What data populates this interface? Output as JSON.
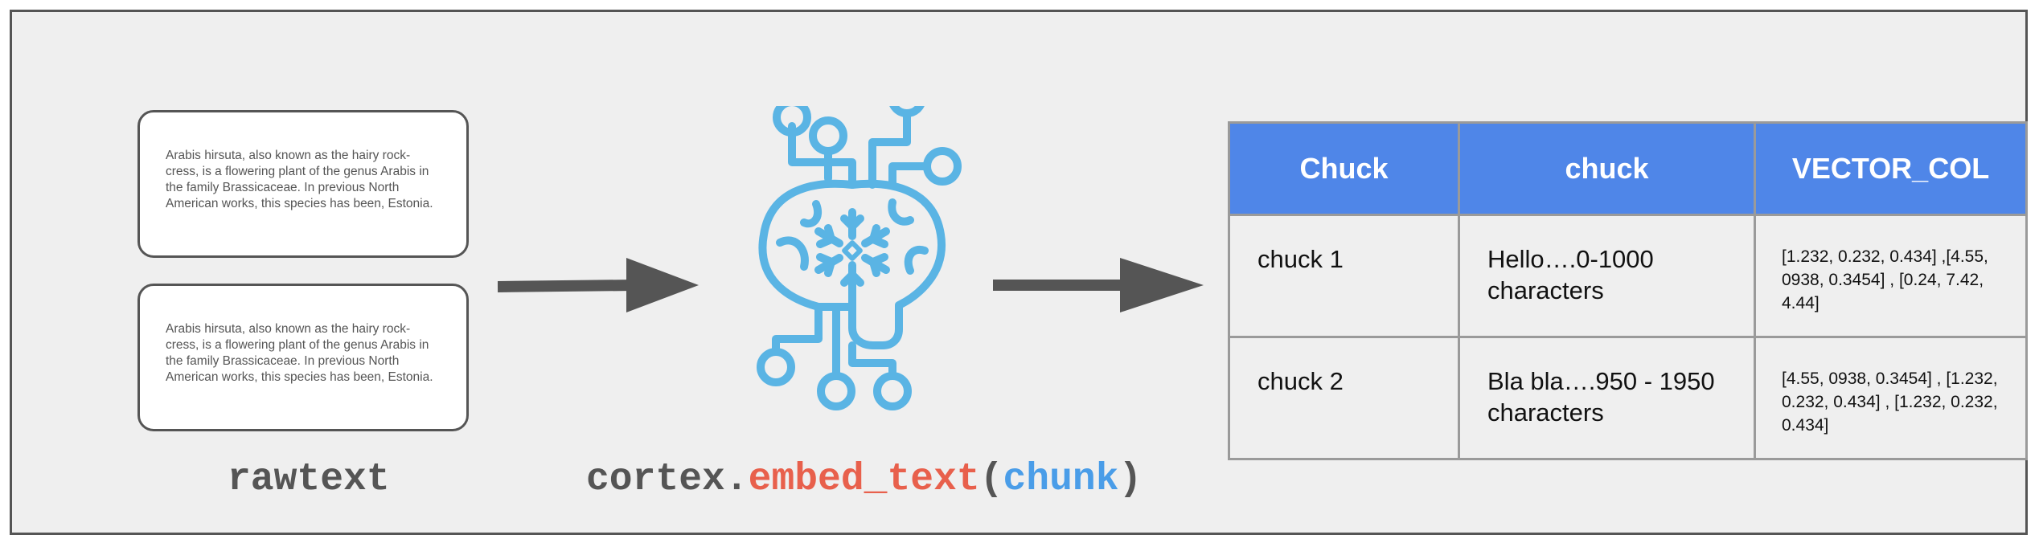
{
  "cards": [
    {
      "text": "Arabis hirsuta, also known as the hairy rock-cress, is a flowering plant of the genus Arabis in the family Brassicaceae. In previous North American works, this species has been, Estonia."
    },
    {
      "text": "Arabis hirsuta, also known as the hairy rock-cress, is a flowering plant of the genus Arabis in the family Brassicaceae. In previous North American works, this species has been, Estonia."
    }
  ],
  "labels": {
    "rawtext": "rawtext",
    "cortex_prefix": "cortex.",
    "cortex_func": "embed_text",
    "paren_open": "(",
    "cortex_arg": "chunk",
    "paren_close": ")"
  },
  "icons": {
    "brain": "snowflake-brain-circuit-icon"
  },
  "table": {
    "headers": [
      "Chuck",
      "chuck",
      "VECTOR_COL"
    ],
    "rows": [
      [
        "chuck 1",
        "Hello….0-1000 characters",
        "[1.232, 0.232, 0.434] ,[4.55, 0938, 0.3454] , [0.24, 7.42, 4.44]"
      ],
      [
        "chuck 2",
        "Bla bla….950 - 1950 characters",
        "[4.55, 0938, 0.3454] , [1.232, 0.232, 0.434] , [1.232, 0.232, 0.434]"
      ]
    ]
  },
  "colors": {
    "arrow": "#555555",
    "func": "#e8604c",
    "arg": "#4a9de8",
    "icon": "#5ab4e4",
    "header_bg": "#4f86e8"
  }
}
